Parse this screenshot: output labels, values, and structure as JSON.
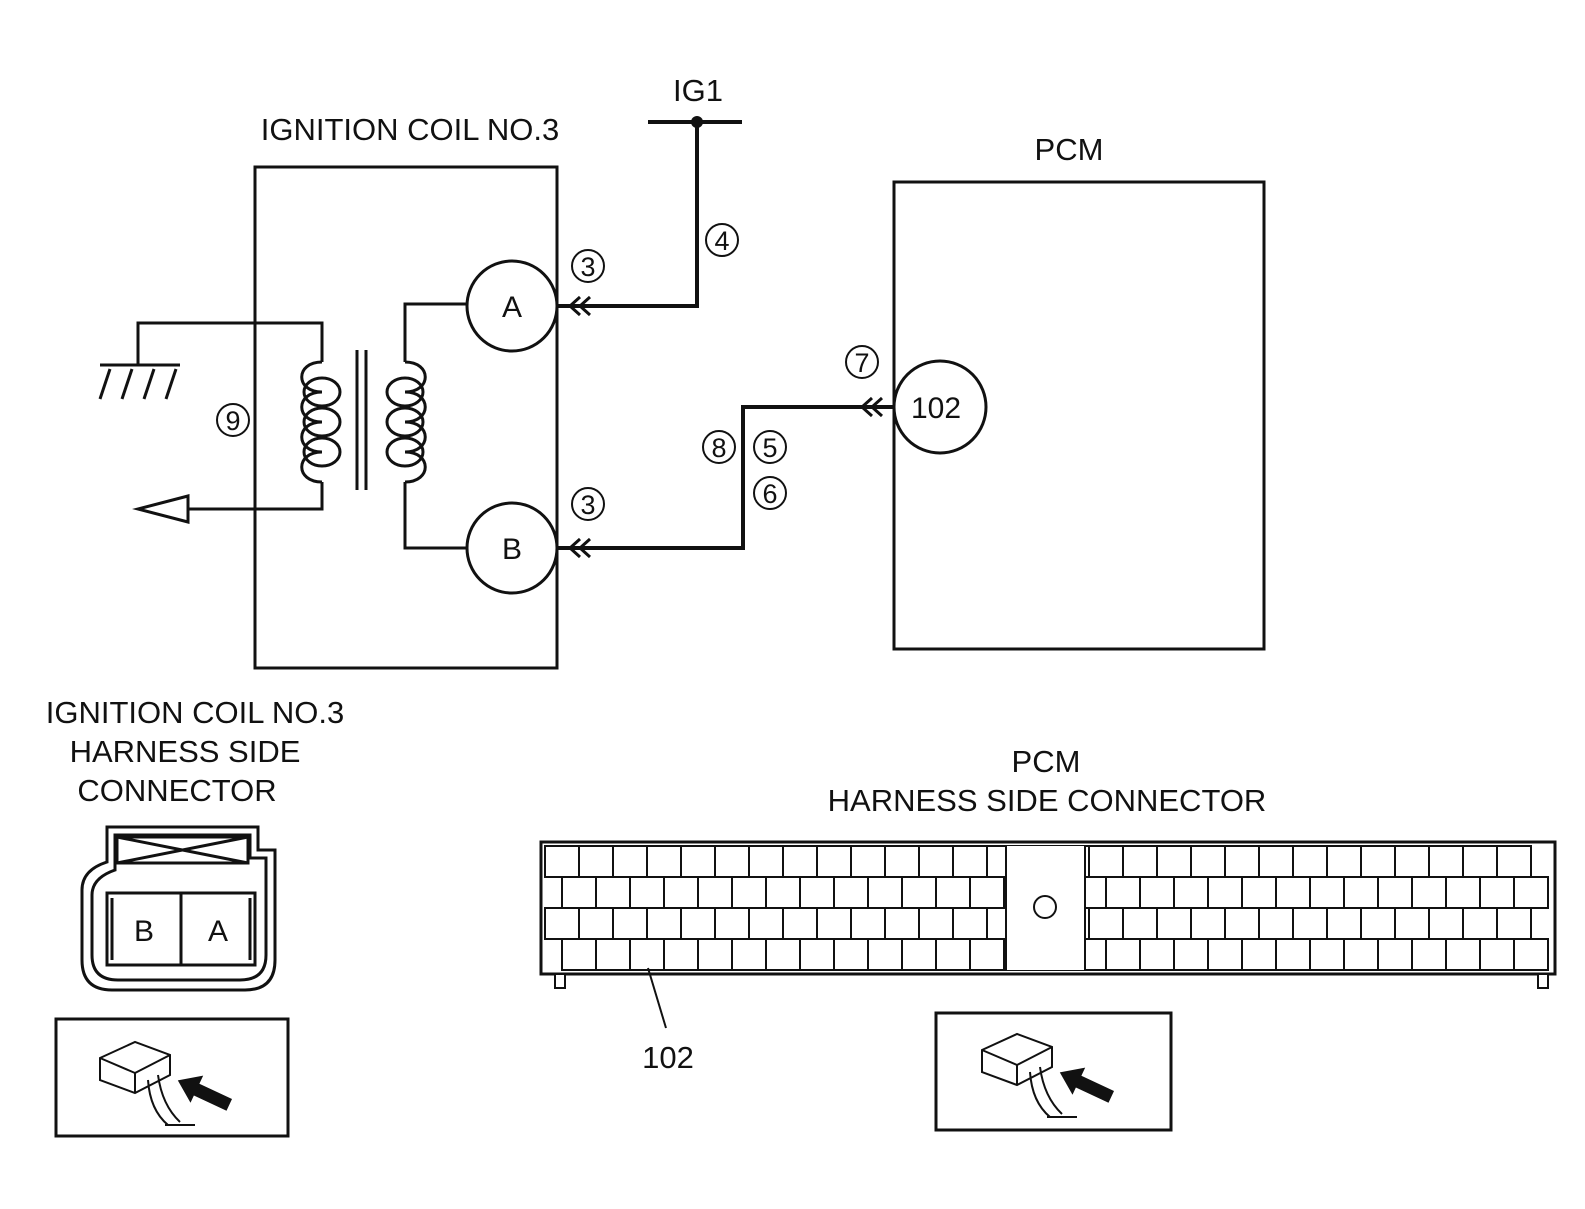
{
  "labels": {
    "coil_title": "IGNITION COIL NO.3",
    "ig1": "IG1",
    "pcm_title": "PCM",
    "coil_connector_line1": "IGNITION COIL NO.3",
    "coil_connector_line2": "HARNESS SIDE",
    "coil_connector_line3": "CONNECTOR",
    "pcm_connector_line1": "PCM",
    "pcm_connector_line2": "HARNESS SIDE CONNECTOR"
  },
  "terminals": {
    "coil_a": "A",
    "coil_b": "B",
    "pcm_102": "102"
  },
  "step_markers": {
    "m3_a": "3",
    "m4": "4",
    "m7": "7",
    "m9": "9",
    "m8": "8",
    "m5": "5",
    "m6": "6",
    "m3_b": "3"
  },
  "coil_connector_pins": {
    "b": "B",
    "a": "A"
  },
  "pcm_connector_pin_callout": "102",
  "colors": {
    "line": "#111111",
    "background": "#ffffff"
  }
}
